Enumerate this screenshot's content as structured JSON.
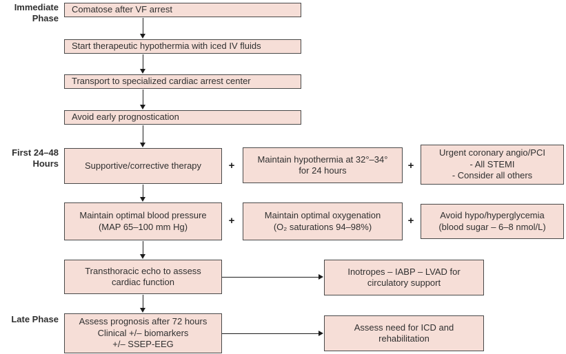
{
  "colors": {
    "box_fill": "#f6ded7",
    "box_border": "#484848",
    "arrow": "#1c1c1c",
    "text": "#303030",
    "background": "#ffffff"
  },
  "plus_sign": "+",
  "phases": {
    "immediate": {
      "label": "Immediate\nPhase",
      "steps": [
        "Comatose after VF arrest",
        "Start therapeutic hypothermia with iced IV fluids",
        "Transport to specialized cardiac arrest center",
        "Avoid early prognostication"
      ]
    },
    "first_24_48": {
      "label": "First 24–48\nHours",
      "row1": [
        "Supportive/corrective therapy",
        "Maintain hypothermia at 32°–34°\nfor 24 hours",
        "Urgent coronary angio/PCI\n- All STEMI\n- Consider all others"
      ],
      "row2": [
        "Maintain optimal blood pressure\n(MAP 65–100 mm Hg)",
        "Maintain optimal oxygenation\n(O₂ saturations 94–98%)",
        "Avoid hypo/hyperglycemia\n(blood sugar – 6–8 nmol/L)"
      ],
      "echo_box": "Transthoracic echo to assess\ncardiac function",
      "inotropes_box": "Inotropes – IABP – LVAD for\ncirculatory support"
    },
    "late": {
      "label": "Late Phase",
      "prognosis_box": "Assess prognosis after 72 hours\nClinical +/– biomarkers\n+/– SSEP-EEG",
      "icd_box": "Assess need for ICD and\nrehabilitation"
    }
  }
}
